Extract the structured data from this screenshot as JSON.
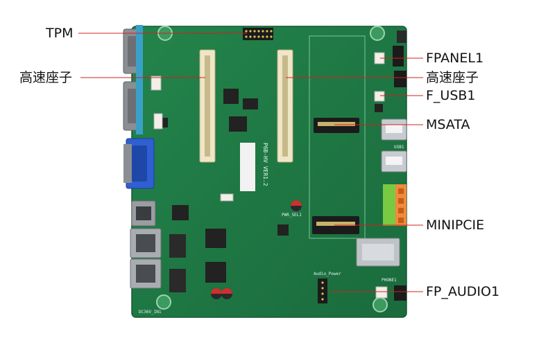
{
  "labels": {
    "tpm": "TPM",
    "high_speed_left": "高速座子",
    "fpanel1": "FPANEL1",
    "high_speed_right": "高速座子",
    "f_usb1": "F_USB1",
    "msata": "MSATA",
    "minipcie": "MINIPCIE",
    "fp_audio1": "FP_AUDIO1"
  },
  "board_text": {
    "silk_model": "P6B-HV VER1.2",
    "silk_audio": "Audio_Power",
    "silk_dc": "DC36V_IN1",
    "silk_pwr": "PWR_SEL1",
    "silk_usb": "USB1",
    "silk_phone": "PHONE1"
  },
  "colors": {
    "pcb": "#1f7a45",
    "leader": "#d32020",
    "label_text": "#111111"
  }
}
